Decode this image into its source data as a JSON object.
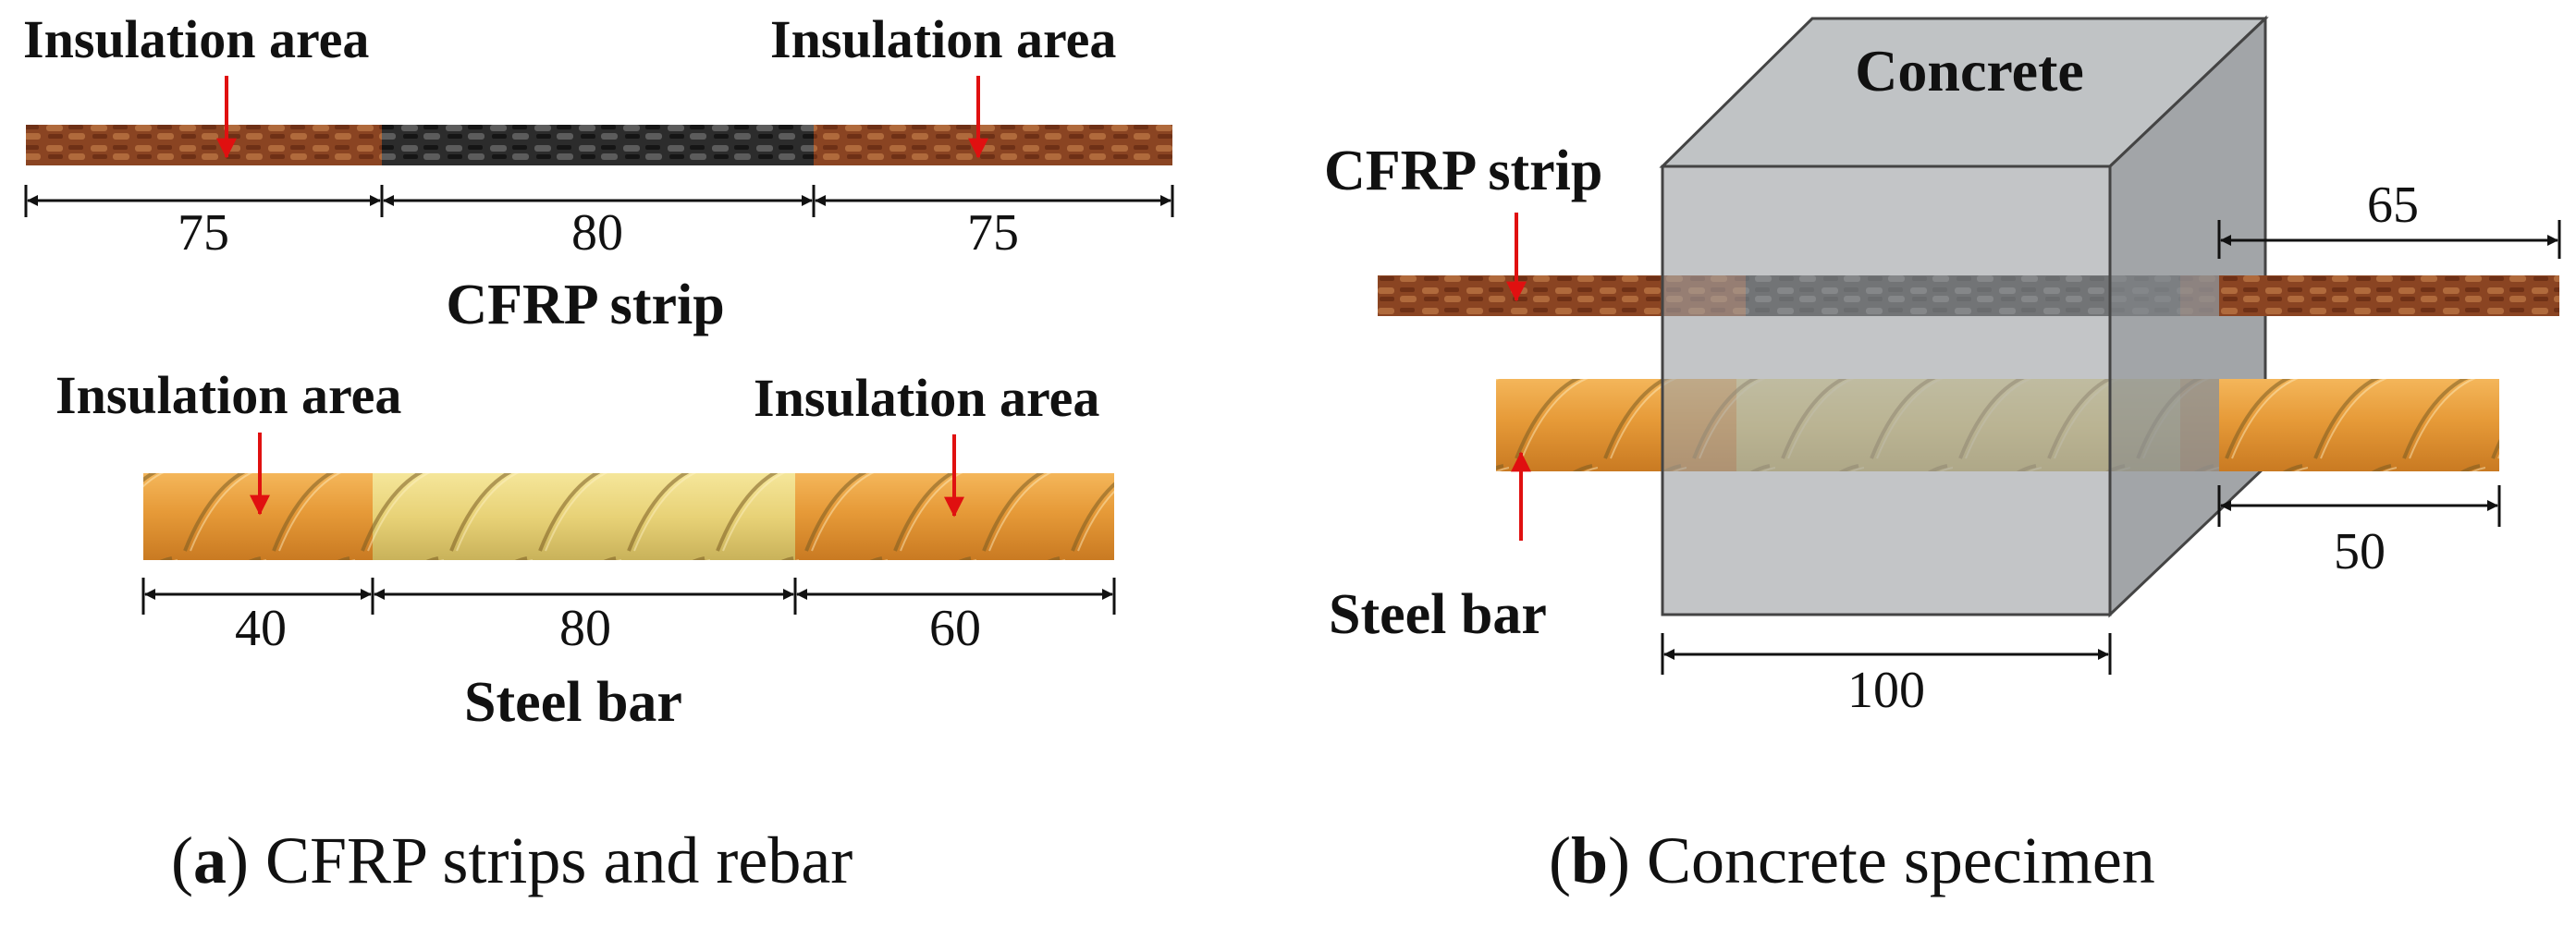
{
  "panel_a": {
    "cfrp": {
      "name": "CFRP strip",
      "insulation_left": "Insulation area",
      "insulation_right": "Insulation area",
      "dims": [
        "75",
        "80",
        "75"
      ]
    },
    "steel": {
      "name": "Steel bar",
      "insulation_left": "Insulation area",
      "insulation_right": "Insulation area",
      "dims": [
        "40",
        "80",
        "60"
      ]
    },
    "caption_letter": "a",
    "caption_text": "CFRP strips and rebar"
  },
  "panel_b": {
    "concrete_label": "Concrete",
    "cfrp_label": "CFRP strip",
    "steel_label": "Steel bar",
    "dim_cfrp": "65",
    "dim_steel": "50",
    "dim_block": "100",
    "caption_letter": "b",
    "caption_text": "Concrete specimen"
  },
  "colors": {
    "cfrp_insulated": "#8a4422",
    "cfrp_bare": "#3a3a3a",
    "steel_insulated": "#e39a3a",
    "steel_bare": "#e8d277",
    "concrete": "#9c9fa3",
    "arrow_red": "#e01010"
  }
}
